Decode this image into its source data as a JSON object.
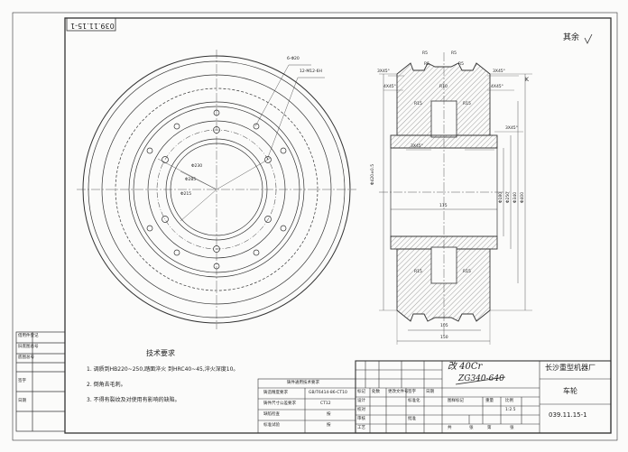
{
  "drawing_code_rotated": "039.11.15-1",
  "roughness_note": "其余",
  "front_view": {
    "leader_holes": "6-Φ20",
    "leader_threads": "12-M12-6H",
    "dims": [
      "Φ230",
      "Φ215",
      "Φ285"
    ]
  },
  "section_view": {
    "chamfers_top": [
      "3X45°",
      "4X45°",
      "3X45°",
      "4X45°"
    ],
    "chamfers_mid": [
      "3X45°",
      "3X45°"
    ],
    "radii": [
      "R5",
      "R5",
      "R15",
      "R15",
      "R15",
      "R15",
      "R5",
      "R5"
    ],
    "radius_R10": "R10",
    "point_K": "K",
    "dim_tread": "Φ420±0.5",
    "dim_bore": "Φ180",
    "dim_hub": "Φ250",
    "dim_flange1": "Φ340",
    "dim_flange2": "Φ400",
    "dim_inner_width": "115",
    "dim_rim": "105",
    "dim_total_width": "150"
  },
  "tech_requirements": {
    "title": "技术要求",
    "items": [
      "1.  调质到HB220~250,踏面淬火  到HRC40~45,淬火深度10。",
      "2.  倒角去毛刺。",
      "3.  不得有裂纹及对使用有影响的缺陷。"
    ]
  },
  "casting_table": {
    "title": "铸件通用技术要求",
    "rows": [
      [
        "铸造精度要求",
        "GB/T6414-86-CT10"
      ],
      [
        "铸件尺寸公差要求",
        "CT12"
      ],
      [
        "缺陷检查",
        "按"
      ],
      [
        "标准试验",
        "按"
      ]
    ]
  },
  "title_block": {
    "material_handwritten": "改 40Cr",
    "material_struck": "ZG340-640",
    "company": "长沙重型机器厂",
    "part_name": "车轮",
    "drawing_number": "039.11.15-1",
    "scale": "1:2.5",
    "header_cells": [
      "标记",
      "处数",
      "更改文件号",
      "签字",
      "日期"
    ],
    "row_labels": [
      "设计",
      "校对",
      "审核",
      "工艺",
      "标准化",
      "批准"
    ],
    "stage_labels": [
      "图样标记",
      "重量",
      "比例"
    ],
    "sheet_labels": [
      "共",
      "张",
      "第",
      "张"
    ]
  },
  "left_strip": [
    "借用件登记",
    "旧底图总号",
    "底图总号",
    "签字",
    "日期"
  ]
}
